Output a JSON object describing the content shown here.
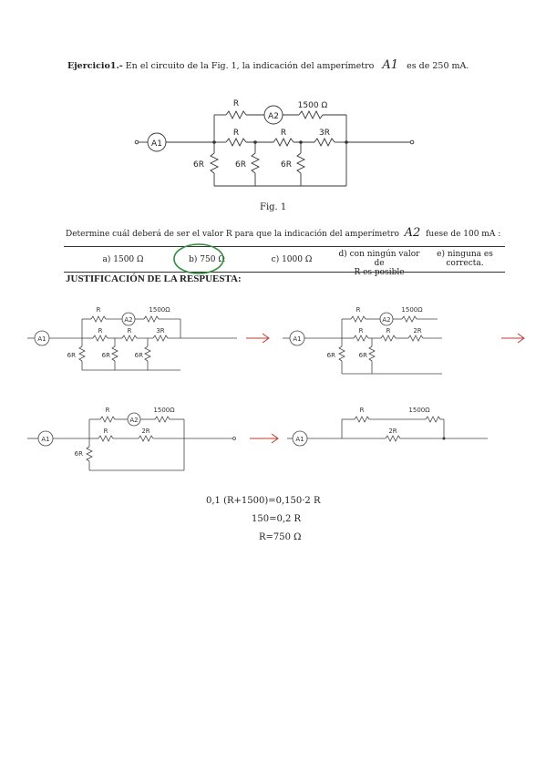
{
  "exercise": {
    "label": "Ejercicio1.-",
    "text_before": "En el circuito de la Fig. 1, la indicación del amperímetro",
    "ammeter1": "A1",
    "text_after": "es de 250 mA."
  },
  "figure": {
    "caption": "Fig. 1",
    "labels": {
      "r": "R",
      "r1500": "1500 Ω",
      "r3r": "3R",
      "r6r": "6R",
      "a1": "A1",
      "a2": "A2"
    }
  },
  "question": {
    "text_before": "Determine cuál deberá de ser el valor R para que la indicación del amperímetro",
    "ammeter2": "A2",
    "text_after": "fuese de 100 mA :"
  },
  "options": [
    {
      "id": "a",
      "label": "a) 1500 Ω"
    },
    {
      "id": "b",
      "label": "b) 750 Ω"
    },
    {
      "id": "c",
      "label": "c) 1000 Ω"
    },
    {
      "id": "d",
      "label_line1": "d) con ningún valor de",
      "label_line2": "R es posible"
    },
    {
      "id": "e",
      "label_line1": "e) ninguna es",
      "label_line2": "correcta."
    }
  ],
  "selected_option": "b",
  "highlight_color": "#2f8f3a",
  "arrow_color": "#c0392b",
  "justification_title": "JUSTIFICACIÓN DE LA RESPUESTA:",
  "steps": {
    "s1": {
      "r": "R",
      "r1500": "1500Ω",
      "r3r": "3R",
      "r6r": "6R",
      "a1": "A1",
      "a2": "A2"
    },
    "s2": {
      "r": "R",
      "r1500": "1500Ω",
      "r2r": "2R",
      "r6r": "6R",
      "a1": "A1",
      "a2": "A2"
    },
    "s3": {
      "r": "R",
      "r1500": "1500Ω",
      "r2r": "2R",
      "r6r": "6R",
      "a1": "A1",
      "a2": "A2"
    },
    "s4": {
      "r": "R",
      "r1500": "1500Ω",
      "r2r": "2R",
      "a1": "A1"
    }
  },
  "equations": [
    "0,1 (R+1500)=0,150·2 R",
    "150=0,2 R",
    "R=750 Ω"
  ]
}
